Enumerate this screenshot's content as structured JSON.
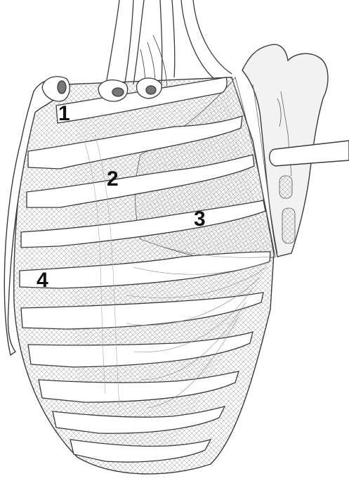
{
  "labels": {
    "one": "1",
    "two": "2",
    "three": "3",
    "four": "4"
  },
  "colors": {
    "line": "#3a3a3a",
    "fiber": "#8a8a8a",
    "bone_fill": "#ffffff",
    "shade": "#e6e6e6",
    "label": "#111111"
  }
}
